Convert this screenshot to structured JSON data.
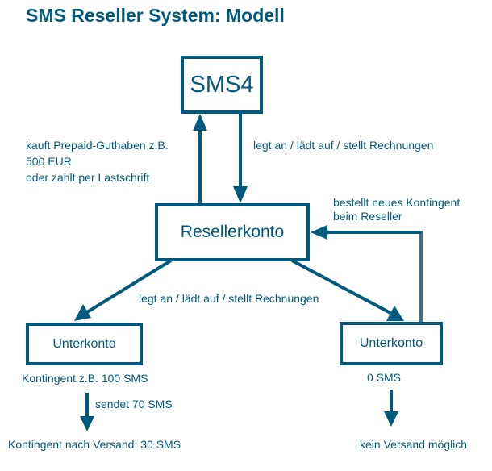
{
  "title": "SMS Reseller System: Modell",
  "colors": {
    "primary": "#005a7d",
    "feedback_line": "#4a6a8a"
  },
  "nodes": {
    "sms4": "SMS4",
    "reseller": "Resellerkonto",
    "sub_left": "Unterkonto",
    "sub_right": "Unterkonto"
  },
  "labels": {
    "buy": [
      "kauft Prepaid-Guthaben z.B.",
      "500 EUR",
      "oder zahlt per Lastschrift"
    ],
    "sms4_to_reseller": "legt an / lädt auf / stellt Rechnungen",
    "reseller_to_sub": "legt an / lädt auf / stellt Rechnungen",
    "reorder": [
      "bestellt neues Kontingent",
      "beim Reseller"
    ],
    "left_quota": "Kontingent z.B. 100 SMS",
    "left_send": "sendet 70 SMS",
    "left_after": "Kontingent nach Versand: 30 SMS",
    "right_quota": "0 SMS",
    "right_after": "kein Versand möglich"
  }
}
